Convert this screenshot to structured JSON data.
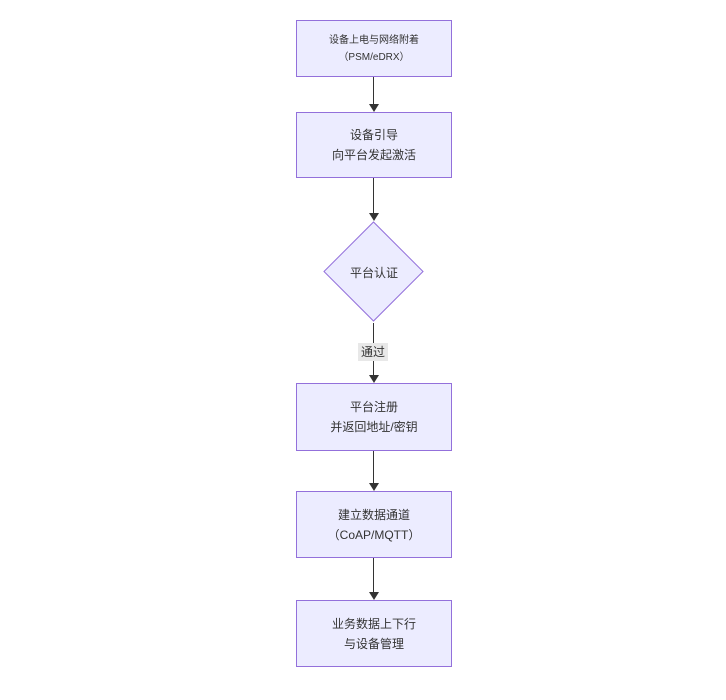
{
  "diagram": {
    "type": "flowchart-top-down",
    "colors": {
      "background": "#ffffff",
      "node_fill": "#ECECFF",
      "node_border": "#9370DB",
      "arrow": "#333333",
      "text": "#333333",
      "edge_label_bg": "#e8e8e8"
    },
    "nodes": [
      {
        "id": "A",
        "shape": "rect",
        "lines": [
          "设备上电与网络附着",
          "（PSM/eDRX）"
        ]
      },
      {
        "id": "B",
        "shape": "rect",
        "lines": [
          "设备引导",
          "向平台发起激活"
        ]
      },
      {
        "id": "C",
        "shape": "diamond",
        "lines": [
          "平台认证"
        ]
      },
      {
        "id": "D",
        "shape": "rect",
        "lines": [
          "平台注册",
          "并返回地址/密钥"
        ]
      },
      {
        "id": "E",
        "shape": "rect",
        "lines": [
          "建立数据通道",
          "（CoAP/MQTT）"
        ]
      },
      {
        "id": "F",
        "shape": "rect",
        "lines": [
          "业务数据上下行",
          "与设备管理"
        ]
      }
    ],
    "edges": [
      {
        "from": "A",
        "to": "B",
        "label": ""
      },
      {
        "from": "B",
        "to": "C",
        "label": ""
      },
      {
        "from": "C",
        "to": "D",
        "label": "通过"
      },
      {
        "from": "D",
        "to": "E",
        "label": ""
      },
      {
        "from": "E",
        "to": "F",
        "label": ""
      }
    ]
  }
}
